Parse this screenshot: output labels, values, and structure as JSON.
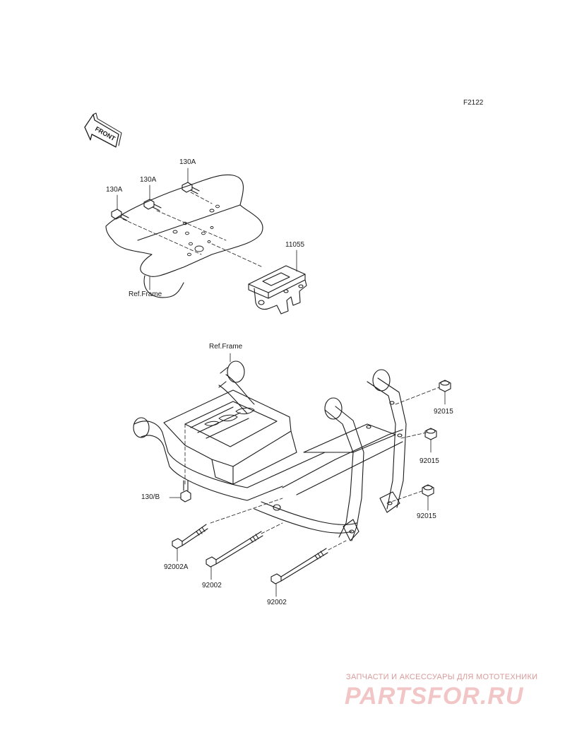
{
  "diagram": {
    "code": "F2122",
    "front_label": "FRONT",
    "upper_labels": {
      "bolt_left": "130A",
      "bolt_mid": "130A",
      "bolt_right": "130A",
      "bracket": "11055",
      "frame_ref": "Ref.Frame"
    },
    "lower_labels": {
      "frame_ref": "Ref.Frame",
      "nut_top": "92015",
      "nut_mid": "92015",
      "nut_bottom": "92015",
      "bolt_small": "130/B",
      "bolt_long_a": "92002A",
      "bolt_long_mid": "92002",
      "bolt_long_bottom": "92002"
    }
  },
  "watermark": {
    "subtitle": "ЗАПЧАСТИ И АКСЕССУАРЫ ДЛЯ МОТОТЕХНИКИ",
    "brand": "PARTSFOR.RU"
  }
}
